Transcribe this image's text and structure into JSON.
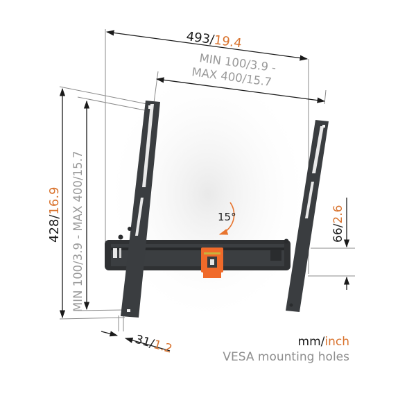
{
  "diagram": {
    "subject": "Tilting TV wall mount with VESA mounting dimensions",
    "colors": {
      "metric": "#1a1a1a",
      "imperial": "#d9732e",
      "vesa_text": "#9a9a9a",
      "bracket": "#3a3d40",
      "accent": "#f06a2a"
    },
    "dimensions": {
      "total_width": {
        "mm": "493",
        "sep": "/",
        "inch": "19.4"
      },
      "vesa_width": {
        "line1_mm": "MIN 100",
        "line1_sep": "/",
        "line1_inch": "3.9 -",
        "line2_mm": "MAX 400",
        "line2_sep": "/",
        "line2_inch": "15.7"
      },
      "total_height": {
        "mm": "428",
        "sep": "/",
        "inch": "16.9"
      },
      "vesa_height": {
        "mm_min": "MIN 100",
        "sep1": "/",
        "inch_min": "3.9 - ",
        "mm_max": "MAX 400",
        "sep2": "/",
        "inch_max": "15.7"
      },
      "depth": {
        "mm": "31",
        "sep": "/",
        "inch": "1.2"
      },
      "vertical_adjust": {
        "mm": "66",
        "sep": "/",
        "inch": "2.6"
      },
      "tilt": {
        "label": "15°"
      }
    },
    "legend": {
      "unit_mm": "mm",
      "unit_sep": "/",
      "unit_inch": "inch",
      "vesa_label": "VESA mounting holes"
    }
  }
}
